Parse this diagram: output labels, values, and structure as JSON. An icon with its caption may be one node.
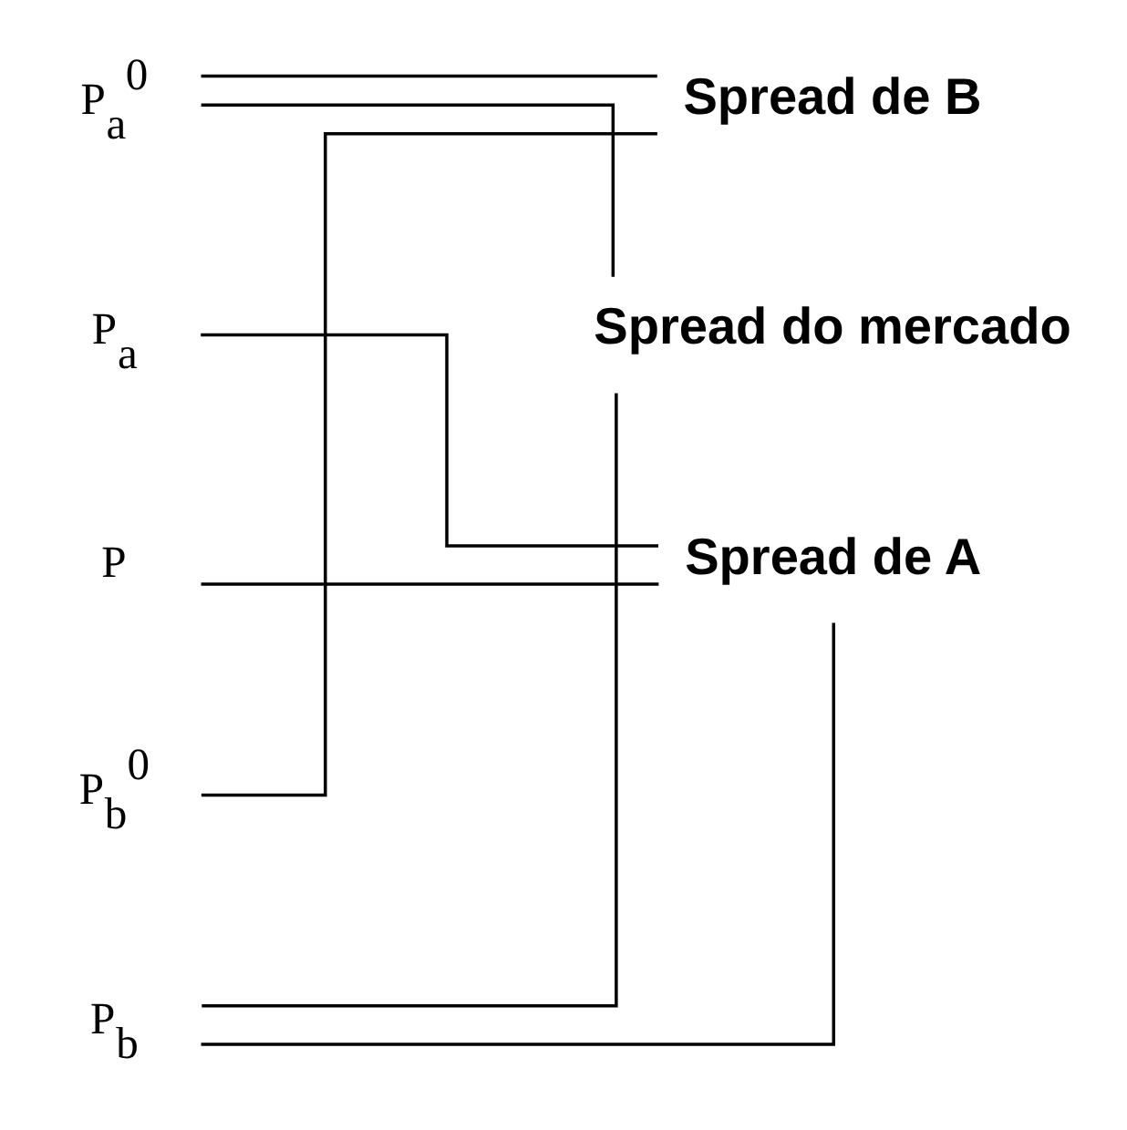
{
  "diagram": {
    "nodes": [
      {
        "text": [
          "P$_{a}$$^{0}$"
        ]
      },
      {
        "text": [
          "Spread de B"
        ]
      },
      {
        "text": [
          "P$_{a}$"
        ]
      },
      {
        "text": [
          "P"
        ]
      },
      {
        "text": [
          "Spread do mercado"
        ]
      },
      {
        "text": [
          "P$_{b}$$^{0}$"
        ]
      },
      {
        "text": [
          "Spread de A"
        ]
      },
      {
        "text": [
          "P$_{b}$"
        ]
      }
    ],
    "edges": [
      {
        "from": 0,
        "to": 1,
        "arrow": "none"
      },
      {
        "from": 5,
        "to": 1,
        "arrow": "none"
      },
      {
        "from": 0,
        "to": 4,
        "arrow": "none"
      },
      {
        "from": 7,
        "to": 4,
        "arrow": "none"
      },
      {
        "from": 2,
        "to": 6,
        "arrow": "none"
      },
      {
        "from": 3,
        "to": 6,
        "arrow": "none"
      },
      {
        "from": 7,
        "to": 6,
        "arrow": "none"
      }
    ]
  }
}
